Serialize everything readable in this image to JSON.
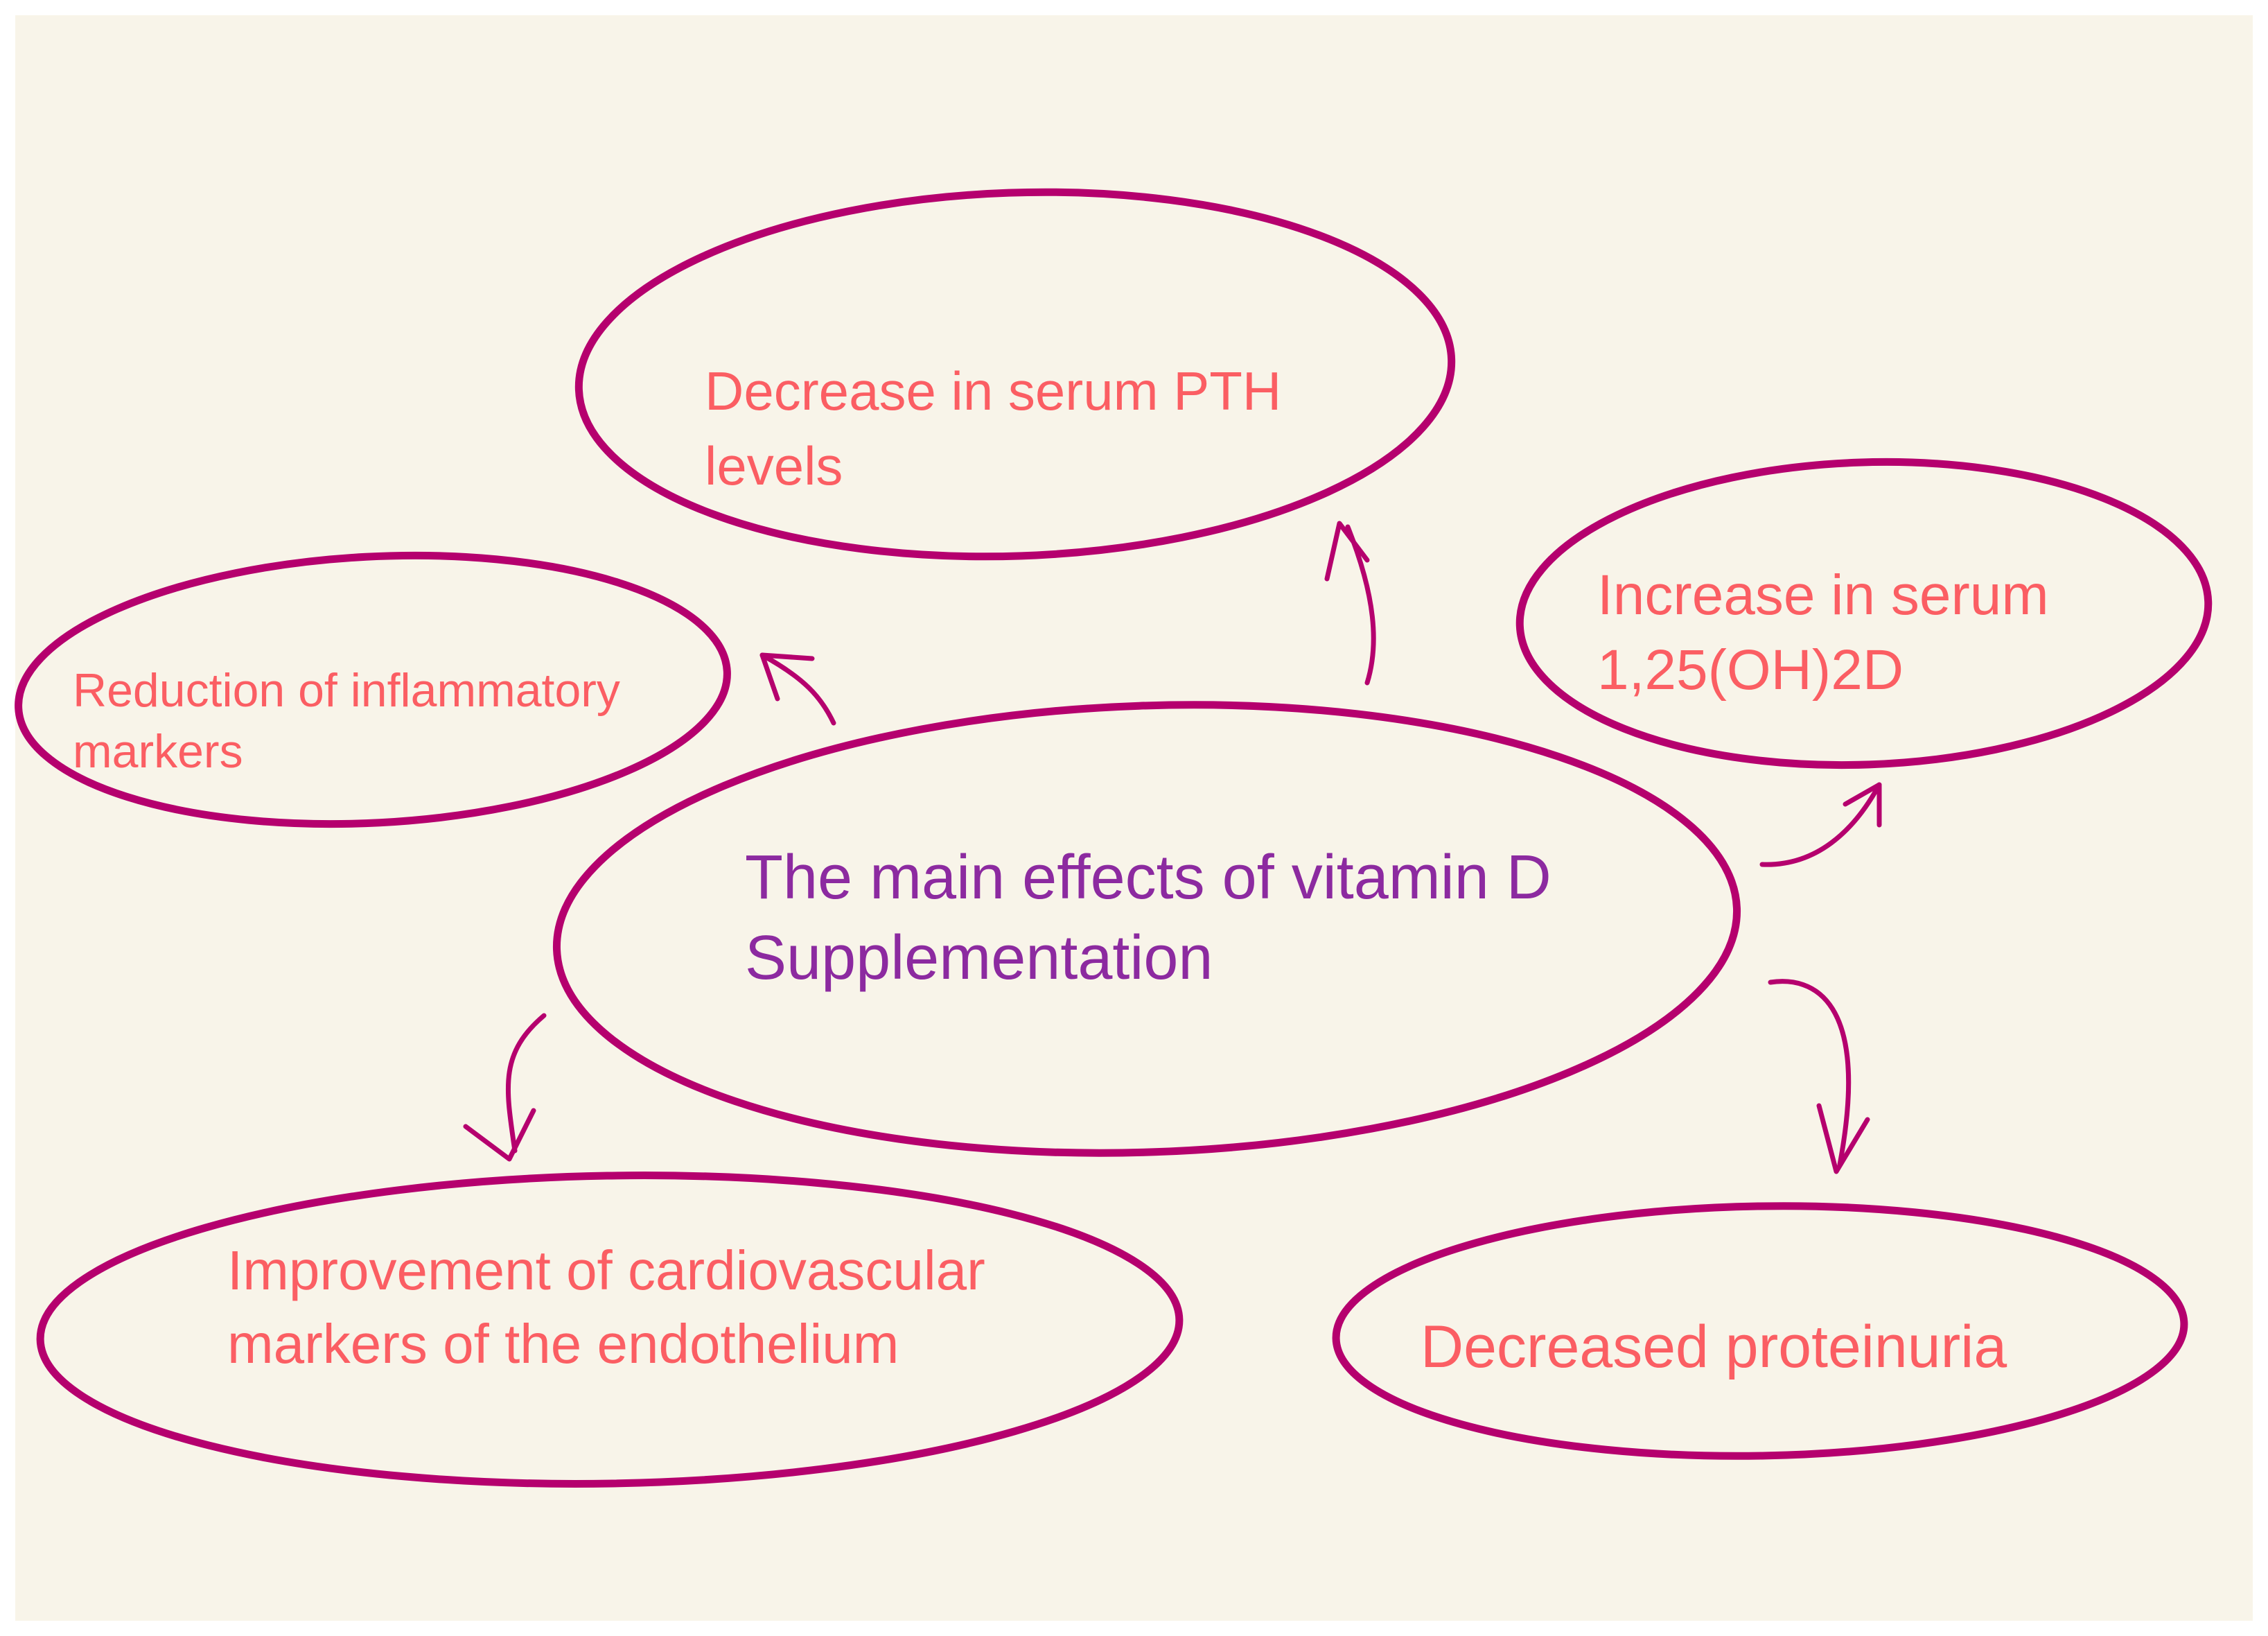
{
  "diagram": {
    "center": {
      "lines": [
        "The main effects of vitamin D",
        "Supplementation"
      ]
    },
    "effects": {
      "pth": {
        "lines": [
          "Decrease in serum PTH",
          "levels"
        ]
      },
      "inflammatory": {
        "lines": [
          "Reduction of inflammatory",
          "markers"
        ]
      },
      "calcitriol": {
        "lines": [
          "Increase in serum",
          "1,25(OH)2D"
        ]
      },
      "cardiovascular": {
        "lines": [
          "Improvement of cardiovascular",
          "markers of the endothelium"
        ]
      },
      "proteinuria": {
        "lines": [
          "Decreased proteinuria"
        ]
      }
    }
  },
  "colors": {
    "background": "#f8f4e9",
    "outline": "#b5006e",
    "effect_text": "#fb5e63",
    "center_text": "#8c2aa0"
  }
}
